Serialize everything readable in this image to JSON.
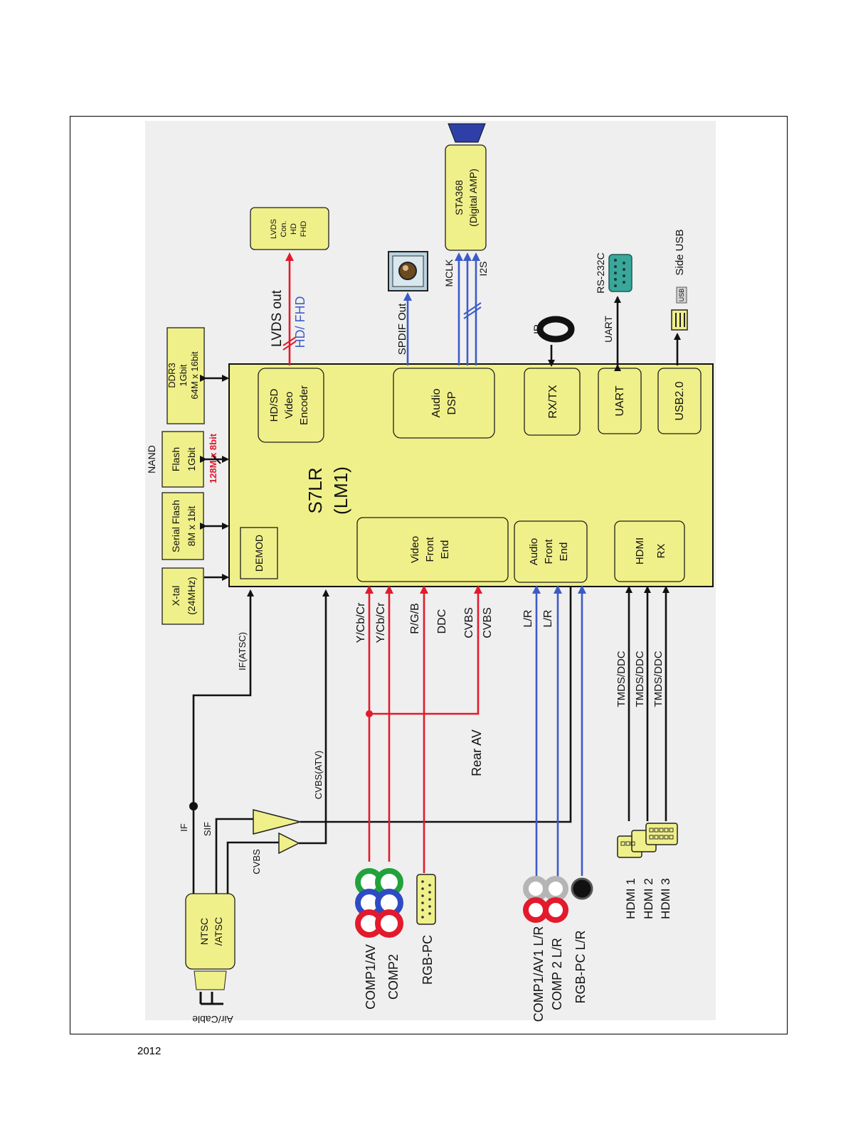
{
  "diagram": {
    "chip": {
      "name": "S7LR",
      "sub": "(LM1)"
    },
    "blocks": {
      "demod": "DEMOD",
      "encoder": [
        "HD/SD",
        "Video",
        "Encoder"
      ],
      "audio_dsp": [
        "Audio",
        "DSP"
      ],
      "rxtx": "RX/TX",
      "uart": "UART",
      "usb": "USB2.0",
      "video_fe": [
        "Video",
        "Front",
        "End"
      ],
      "audio_fe": [
        "Audio",
        "Front",
        "End"
      ],
      "hdmi_rx": [
        "HDMI",
        "RX"
      ],
      "xtal": [
        "X-tal",
        "(24MHz)"
      ],
      "serial_flash": [
        "Serial Flash",
        "8M x 1bit"
      ],
      "flash": [
        "Flash",
        "1Gbit"
      ],
      "ddr3": [
        "DDR3",
        "1Gbit",
        "64M x 16bit"
      ],
      "lvds_con": [
        "LVDS",
        "Con.",
        "HD",
        "FHD"
      ],
      "sta368": [
        "STA368",
        "(Digital AMP)"
      ],
      "tuner": [
        "NTSC",
        "/ATSC"
      ]
    },
    "labels": {
      "nand": "NAND",
      "nand_bus": "128M x 8bit",
      "lvds_out": "LVDS out",
      "hd_fhd": "HD/ FHD",
      "spdif": "SPDIF Out",
      "mclk": "MCLK",
      "i2s": "I2S",
      "ir": "IR",
      "uart_line": "UART",
      "rs232": "RS-232C",
      "side_usb": "Side USB",
      "usb_logo": "USB",
      "if": "IF",
      "sif": "SIF",
      "cvbs": "CVBS",
      "if_atsc": "IF(ATSC)",
      "cvbs_atv": "CVBS(ATV)",
      "ycbcr1": "Y/Cb/Cr",
      "ycbcr2": "Y/Cb/Cr",
      "rgb": "R/G/B",
      "ddc": "DDC",
      "cvbs1": "CVBS",
      "cvbs2": "CVBS",
      "rear_av": "Rear AV",
      "lr1": "L/R",
      "lr2": "L/R",
      "tmds1": "TMDS/DDC",
      "tmds2": "TMDS/DDC",
      "tmds3": "TMDS/DDC",
      "comp1_av": "COMP1/AV",
      "comp2": "COMP2",
      "rgb_pc": "RGB-PC",
      "comp1_av1_lr": "COMP1/AV1  L/R",
      "comp2_lr": "COMP 2 L/R",
      "rgb_pc_lr": "RGB-PC  L/R",
      "hdmi1": "HDMI 1",
      "hdmi2": "HDMI 2",
      "hdmi3": "HDMI 3",
      "air_cable": "Air/Cable"
    }
  },
  "footer": {
    "year": "2012"
  },
  "colors": {
    "block_fill": "#f0f08a",
    "red_line": "#e21a2c",
    "blue_line": "#3d5bc8",
    "panel_bg": "#efefef"
  }
}
